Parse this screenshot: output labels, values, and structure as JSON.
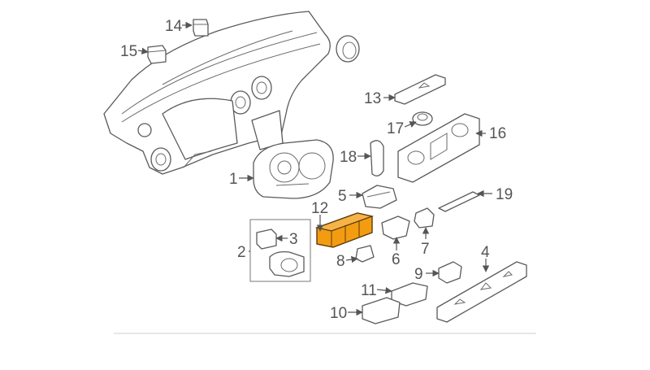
{
  "diagram": {
    "highlight_color": "#f39c12",
    "line_color": "#5a5a5a",
    "callouts": [
      "1",
      "2",
      "3",
      "4",
      "5",
      "6",
      "7",
      "8",
      "9",
      "10",
      "11",
      "12",
      "13",
      "14",
      "15",
      "16",
      "17",
      "18",
      "19"
    ],
    "highlighted_part": "12"
  }
}
